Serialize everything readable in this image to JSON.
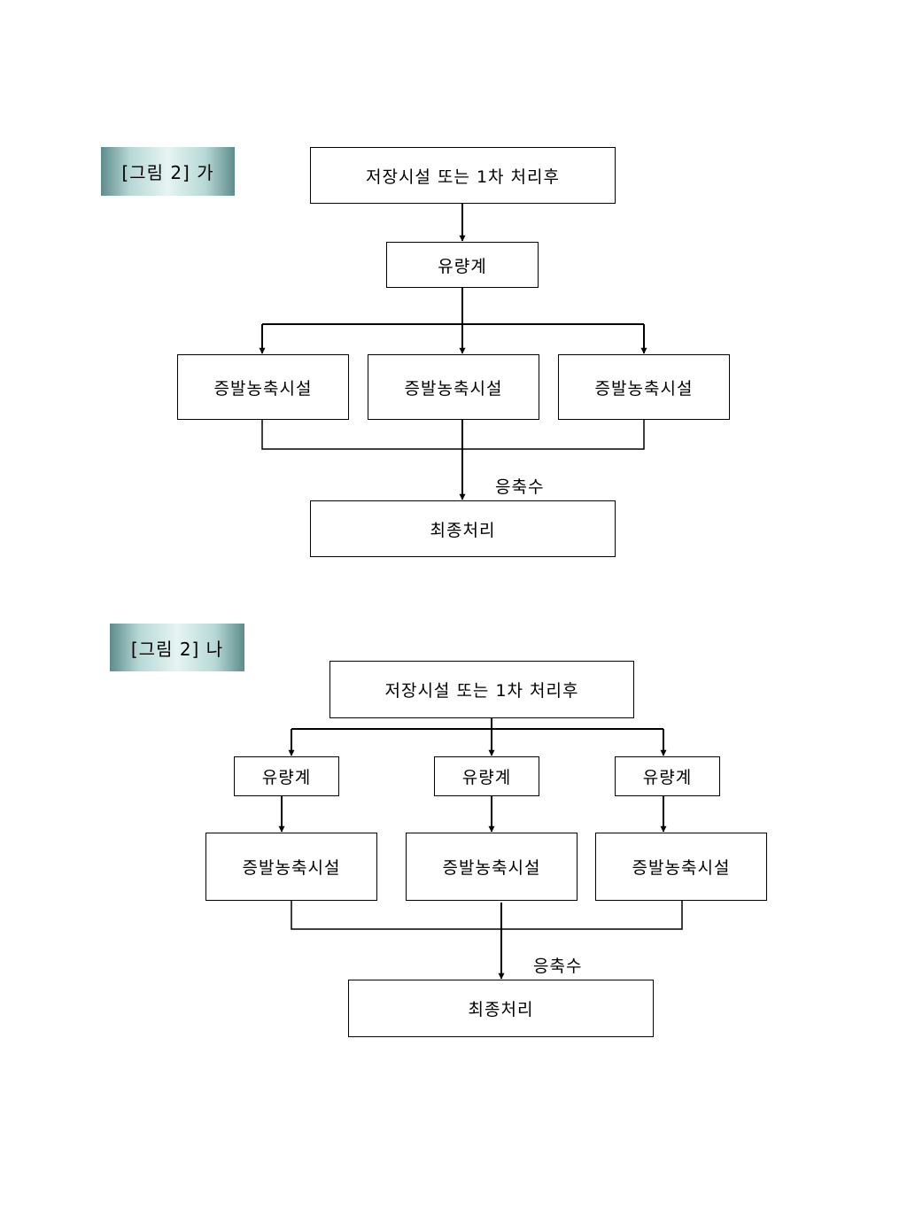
{
  "figure_a": {
    "tag": "[그림 2] 가",
    "source": "저장시설 또는 1차 처리후",
    "meter": "유량계",
    "evaporators": [
      "증발농축시설",
      "증발농축시설",
      "증발농축시설"
    ],
    "condensate": "응축수",
    "final": "최종처리"
  },
  "figure_b": {
    "tag": "[그림 2] 나",
    "source": "저장시설 또는 1차 처리후",
    "meters": [
      "유량계",
      "유량계",
      "유량계"
    ],
    "evaporators": [
      "증발농축시설",
      "증발농축시설",
      "증발농축시설"
    ],
    "condensate": "응축수",
    "final": "최종처리"
  }
}
